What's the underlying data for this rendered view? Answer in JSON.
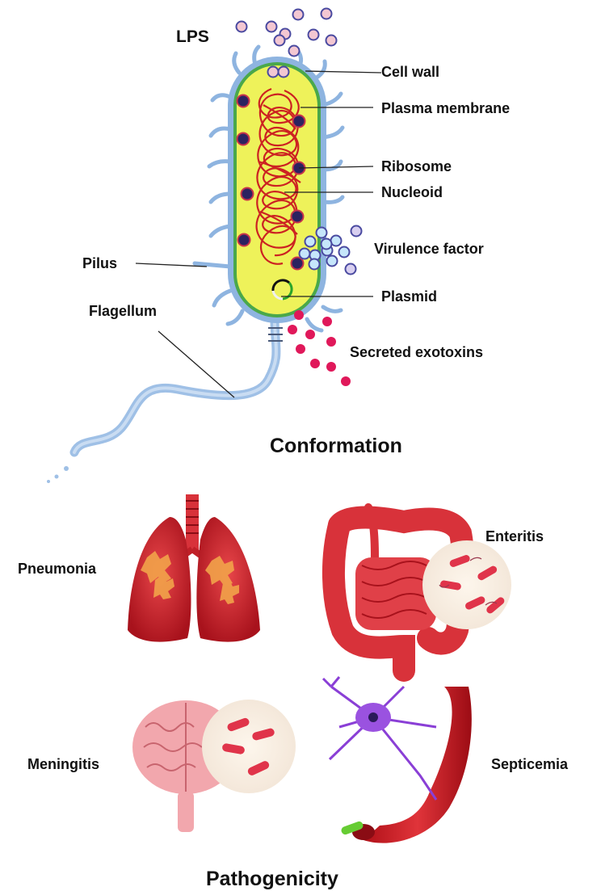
{
  "conformation": {
    "title": "Conformation",
    "labels": {
      "lps": "LPS",
      "cell_wall": "Cell wall",
      "plasma_membrane": "Plasma membrane",
      "ribosome": "Ribosome",
      "nucleoid": "Nucleoid",
      "virulence_factor": "Virulence factor",
      "plasmid": "Plasmid",
      "pilus": "Pilus",
      "flagellum": "Flagellum",
      "secreted_exotoxins": "Secreted exotoxins"
    }
  },
  "pathogenicity": {
    "title": "Pathogenicity",
    "diseases": {
      "pneumonia": "Pneumonia",
      "enteritis": "Enteritis",
      "meningitis": "Meningitis",
      "septicemia": "Septicemia"
    }
  },
  "colors": {
    "cell_wall": "#8eb4e0",
    "cytoplasm": "#eef25a",
    "membrane": "#4aa84a",
    "ribosome": "#2c2260",
    "ribosome_ring": "#c8344a",
    "nucleoid": "#cc2222",
    "lps": "#f3c7d2",
    "virulence": "#c6e6fb",
    "exotoxin": "#e0185a",
    "organ_red": "#d8323a",
    "brain_pink": "#f2a7ad",
    "neuron": "#8a3fd6"
  }
}
